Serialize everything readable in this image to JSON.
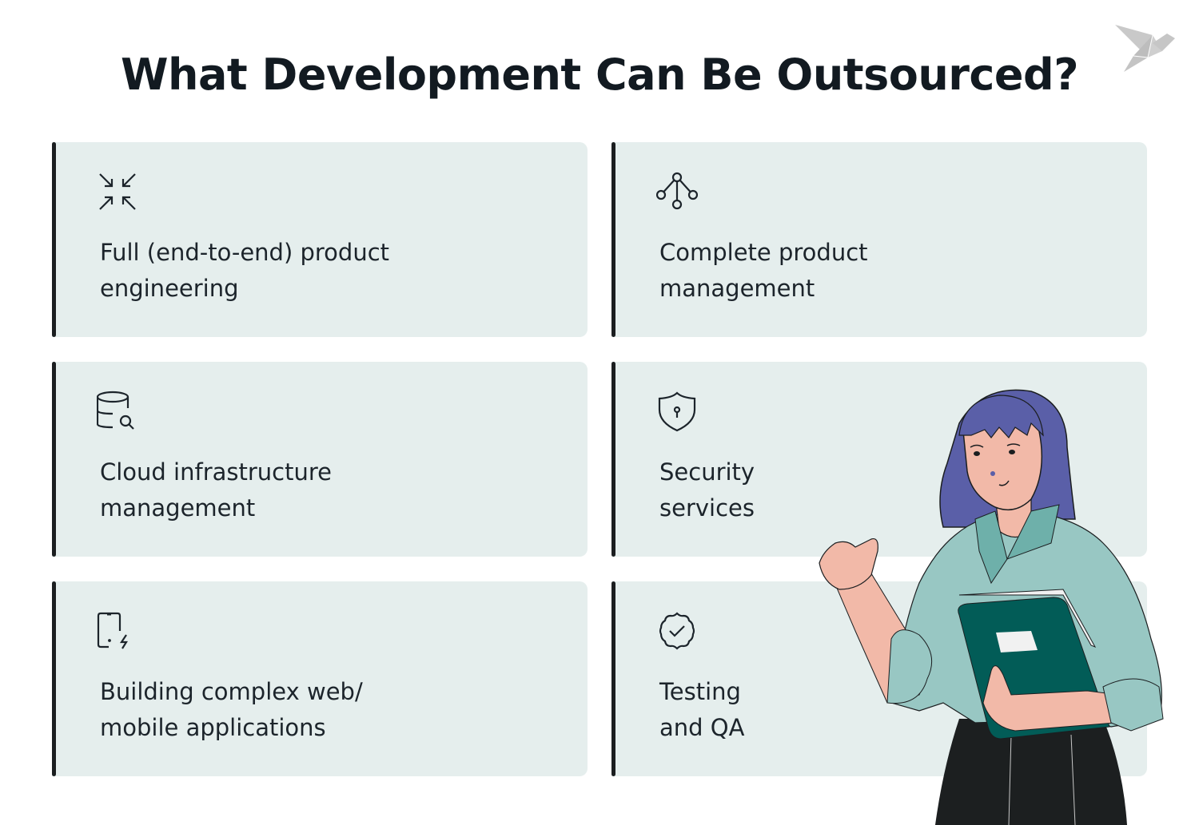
{
  "header": {
    "title": "What Development Can Be Outsourced?",
    "logo_icon": "origami-bird-icon"
  },
  "cards": [
    {
      "icon": "collapse-arrows-icon",
      "label_line1": "Full (end-to-end) product",
      "label_line2": "engineering"
    },
    {
      "icon": "branch-nodes-icon",
      "label_line1": "Complete product",
      "label_line2": "management"
    },
    {
      "icon": "database-search-icon",
      "label_line1": "Cloud infrastructure",
      "label_line2": "management"
    },
    {
      "icon": "shield-lock-icon",
      "label_line1": "Security",
      "label_line2": "services"
    },
    {
      "icon": "mobile-charge-icon",
      "label_line1": "Building complex web/",
      "label_line2": "mobile applications"
    },
    {
      "icon": "badge-check-icon",
      "label_line1": "Testing",
      "label_line2": "and QA"
    }
  ],
  "colors": {
    "card_bg": "#e5eeed",
    "accent_bar": "#1b1e20",
    "title": "#121a21",
    "hair": "#5a5fa8",
    "shirt": "#98c7c3",
    "folder": "#025c57",
    "skin": "#f2b9a8",
    "skirt": "#1c1f20"
  }
}
